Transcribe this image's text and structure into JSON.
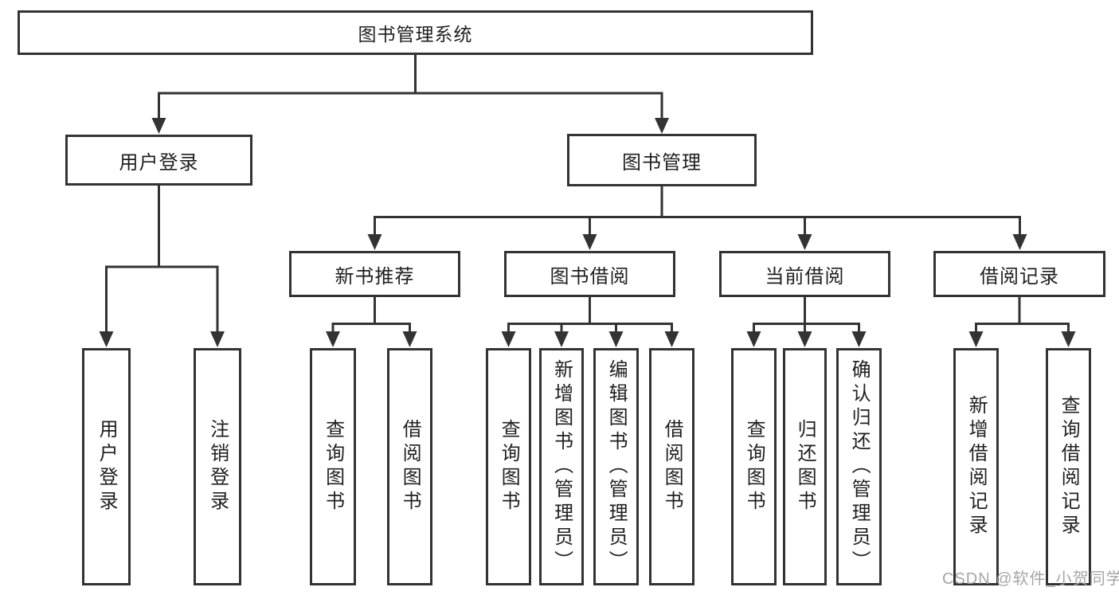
{
  "diagram": {
    "root": {
      "label": "图书管理系统"
    },
    "branches": {
      "user_login": {
        "label": "用户登录",
        "children": {
          "login": {
            "label": "用户登录"
          },
          "logout": {
            "label": "注销登录"
          }
        }
      },
      "book_mgmt": {
        "label": "图书管理",
        "children": {
          "new_book": {
            "label": "新书推荐",
            "children": {
              "query": {
                "label": "查询图书"
              },
              "borrow": {
                "label": "借阅图书"
              }
            }
          },
          "book_borrow": {
            "label": "图书借阅",
            "children": {
              "query": {
                "label": "查询图书"
              },
              "add": {
                "label": "新增图书（管理员）"
              },
              "edit": {
                "label": "编辑图书（管理员）"
              },
              "borrow": {
                "label": "借阅图书"
              }
            }
          },
          "current_borrow": {
            "label": "当前借阅",
            "children": {
              "query": {
                "label": "查询图书"
              },
              "return_book": {
                "label": "归还图书"
              },
              "confirm": {
                "label": "确认归还（管理员）"
              }
            }
          },
          "borrow_records": {
            "label": "借阅记录",
            "children": {
              "add": {
                "label": "新增借阅记录"
              },
              "query": {
                "label": "查询借阅记录"
              }
            }
          }
        }
      }
    }
  },
  "watermark": {
    "text": "CSDN @软件_小贺同学"
  },
  "colors": {
    "line": "#333333",
    "text": "#1f1f1f",
    "watermark": "#9ea1a7",
    "background": "#ffffff"
  }
}
